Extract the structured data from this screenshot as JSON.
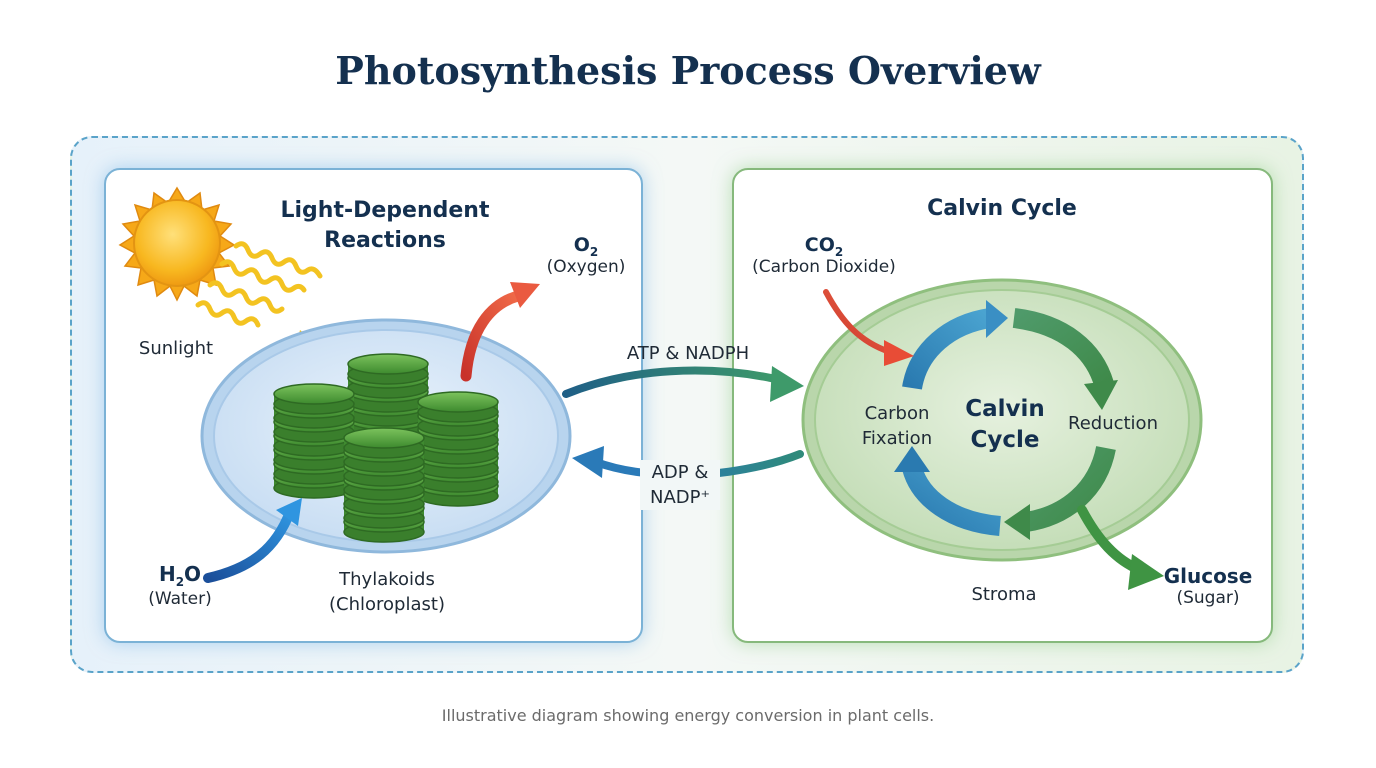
{
  "title": "Photosynthesis Process Overview",
  "caption": "Illustrative diagram showing energy conversion in plant cells.",
  "left_panel": {
    "heading_line1": "Light-Dependent",
    "heading_line2": "Reactions",
    "sunlight": "Sunlight",
    "o2_formula_base": "O",
    "o2_formula_sub": "2",
    "o2_name": "(Oxygen)",
    "h2o_formula_a": "H",
    "h2o_formula_sub": "2",
    "h2o_formula_b": "O",
    "h2o_name": "(Water)",
    "thylakoids_line1": "Thylakoids",
    "thylakoids_line2": "(Chloroplast)"
  },
  "connectors": {
    "forward": "ATP & NADPH",
    "back_line1": "ADP &",
    "back_line2": "NADP⁺"
  },
  "right_panel": {
    "heading": "Calvin Cycle",
    "co2_formula_base": "CO",
    "co2_formula_sub": "2",
    "co2_name": "(Carbon Dioxide)",
    "center_line1": "Calvin",
    "center_line2": "Cycle",
    "carbon_fixation_line1": "Carbon",
    "carbon_fixation_line2": "Fixation",
    "reduction": "Reduction",
    "stroma": "Stroma",
    "glucose": "Glucose",
    "glucose_name": "(Sugar)"
  },
  "colors": {
    "title": "#14304f",
    "sun": "#f6b21b",
    "thylakoid": "#4e9a3a",
    "chloroplast": "#d5e7f7",
    "stroma": "#cfe3c6",
    "arrow_red": "#de4637",
    "arrow_blue": "#1f78c8",
    "arrow_teal": "#2f7c8e",
    "arrow_green": "#3f9443"
  }
}
